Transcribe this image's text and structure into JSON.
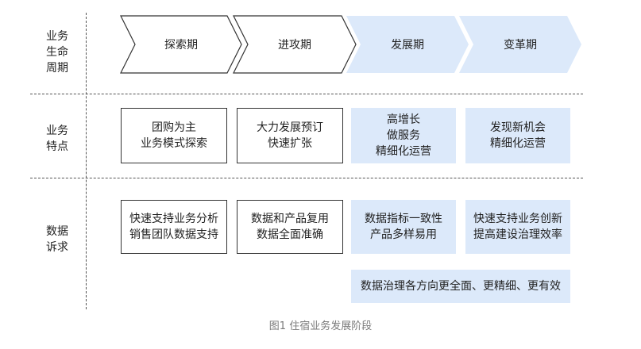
{
  "colors": {
    "outline": "#333333",
    "highlight_fill": "#dce9fa",
    "text": "#222222",
    "caption": "#7a7a7a"
  },
  "row_labels": {
    "lifecycle": "业务\n生命\n周期",
    "traits": "业务\n特点",
    "demands": "数据\n诉求"
  },
  "phases": [
    "探索期",
    "进攻期",
    "发展期",
    "变革期"
  ],
  "traits": [
    "团购为主\n业务模式探索",
    "大力发展预订\n快速扩张",
    "高增长\n做服务\n精细化运营",
    "发现新机会\n精细化运营"
  ],
  "demands": [
    "快速支持业务分析\n销售团队数据支持",
    "数据和产品复用\n数据全面准确",
    "数据指标一致性\n产品多样易用",
    "快速支持业务创新\n提高建设治理效率"
  ],
  "demand_shared": "数据治理各方向更全面、更精细、更有效",
  "caption": "图1 住宿业务发展阶段"
}
